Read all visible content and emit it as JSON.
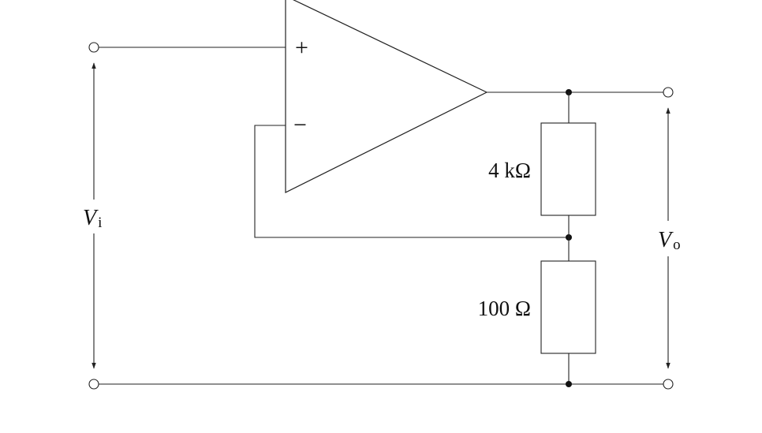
{
  "diagram": {
    "opamp": {
      "plus_sign": "+",
      "minus_sign": "−"
    },
    "resistors": {
      "upper": {
        "label": "4 kΩ"
      },
      "lower": {
        "label": "100 Ω"
      }
    },
    "input": {
      "symbol": "V",
      "subscript": "i"
    },
    "output": {
      "symbol": "V",
      "subscript": "o"
    }
  }
}
